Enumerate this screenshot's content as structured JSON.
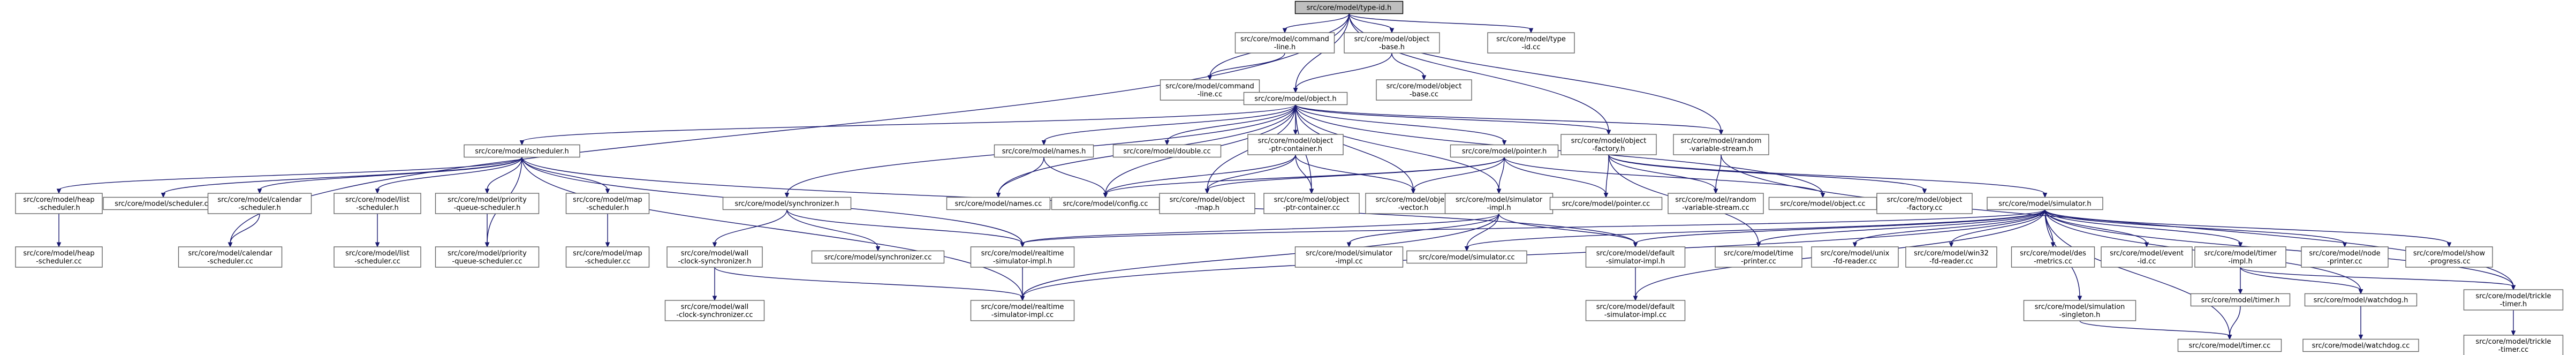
{
  "graph": {
    "nodes": [
      {
        "id": "typeid_h",
        "lines": [
          "src/core/model/type-id.h"
        ],
        "root": true
      },
      {
        "id": "command_line_h",
        "lines": [
          "src/core/model/command",
          "-line.h"
        ]
      },
      {
        "id": "object_base_h",
        "lines": [
          "src/core/model/object",
          "-base.h"
        ]
      },
      {
        "id": "typeid_cc",
        "lines": [
          "src/core/model/type",
          "-id.cc"
        ]
      },
      {
        "id": "command_line_cc",
        "lines": [
          "src/core/model/command",
          "-line.cc"
        ]
      },
      {
        "id": "object_h",
        "lines": [
          "src/core/model/object.h"
        ]
      },
      {
        "id": "object_base_cc",
        "lines": [
          "src/core/model/object",
          "-base.cc"
        ]
      },
      {
        "id": "scheduler_h",
        "lines": [
          "src/core/model/scheduler.h"
        ]
      },
      {
        "id": "names_h",
        "lines": [
          "src/core/model/names.h"
        ]
      },
      {
        "id": "double_cc",
        "lines": [
          "src/core/model/double.cc"
        ]
      },
      {
        "id": "ptr_container_h",
        "lines": [
          "src/core/model/object",
          "-ptr-container.h"
        ]
      },
      {
        "id": "pointer_h",
        "lines": [
          "src/core/model/pointer.h"
        ]
      },
      {
        "id": "factory_h",
        "lines": [
          "src/core/model/object",
          "-factory.h"
        ]
      },
      {
        "id": "rvs_h",
        "lines": [
          "src/core/model/random",
          "-variable-stream.h"
        ]
      },
      {
        "id": "heap_h",
        "lines": [
          "src/core/model/heap",
          "-scheduler.h"
        ]
      },
      {
        "id": "scheduler_cc",
        "lines": [
          "src/core/model/scheduler.cc"
        ]
      },
      {
        "id": "calendar_h",
        "lines": [
          "src/core/model/calendar",
          "-scheduler.h"
        ]
      },
      {
        "id": "list_h",
        "lines": [
          "src/core/model/list",
          "-scheduler.h"
        ]
      },
      {
        "id": "pq_h",
        "lines": [
          "src/core/model/priority",
          "-queue-scheduler.h"
        ]
      },
      {
        "id": "map_h",
        "lines": [
          "src/core/model/map",
          "-scheduler.h"
        ]
      },
      {
        "id": "sync_h",
        "lines": [
          "src/core/model/synchronizer.h"
        ]
      },
      {
        "id": "names_cc",
        "lines": [
          "src/core/model/names.cc"
        ]
      },
      {
        "id": "config_cc",
        "lines": [
          "src/core/model/config.cc"
        ]
      },
      {
        "id": "object_map_h",
        "lines": [
          "src/core/model/object",
          "-map.h"
        ]
      },
      {
        "id": "ptr_container_cc",
        "lines": [
          "src/core/model/object",
          "-ptr-container.cc"
        ]
      },
      {
        "id": "vector_h",
        "lines": [
          "src/core/model/object",
          "-vector.h"
        ]
      },
      {
        "id": "sim_impl_h",
        "lines": [
          "src/core/model/simulator",
          "-impl.h"
        ]
      },
      {
        "id": "pointer_cc",
        "lines": [
          "src/core/model/pointer.cc"
        ]
      },
      {
        "id": "rvs_cc",
        "lines": [
          "src/core/model/random",
          "-variable-stream.cc"
        ]
      },
      {
        "id": "object_cc",
        "lines": [
          "src/core/model/object.cc"
        ]
      },
      {
        "id": "factory_cc",
        "lines": [
          "src/core/model/object",
          "-factory.cc"
        ]
      },
      {
        "id": "simulator_h",
        "lines": [
          "src/core/model/simulator.h"
        ]
      },
      {
        "id": "heap_cc",
        "lines": [
          "src/core/model/heap",
          "-scheduler.cc"
        ]
      },
      {
        "id": "calendar_cc",
        "lines": [
          "src/core/model/calendar",
          "-scheduler.cc"
        ]
      },
      {
        "id": "list_cc",
        "lines": [
          "src/core/model/list",
          "-scheduler.cc"
        ]
      },
      {
        "id": "pq_cc",
        "lines": [
          "src/core/model/priority",
          "-queue-scheduler.cc"
        ]
      },
      {
        "id": "map_cc",
        "lines": [
          "src/core/model/map",
          "-scheduler.cc"
        ]
      },
      {
        "id": "wall_h",
        "lines": [
          "src/core/model/wall",
          "-clock-synchronizer.h"
        ]
      },
      {
        "id": "sync_cc",
        "lines": [
          "src/core/model/synchronizer.cc"
        ]
      },
      {
        "id": "rt_h",
        "lines": [
          "src/core/model/realtime",
          "-simulator-impl.h"
        ]
      },
      {
        "id": "sim_impl_cc",
        "lines": [
          "src/core/model/simulator",
          "-impl.cc"
        ]
      },
      {
        "id": "simulator_cc",
        "lines": [
          "src/core/model/simulator.cc"
        ]
      },
      {
        "id": "default_h",
        "lines": [
          "src/core/model/default",
          "-simulator-impl.h"
        ]
      },
      {
        "id": "time_printer_cc",
        "lines": [
          "src/core/model/time",
          "-printer.cc"
        ]
      },
      {
        "id": "unix_cc",
        "lines": [
          "src/core/model/unix",
          "-fd-reader.cc"
        ]
      },
      {
        "id": "win32_cc",
        "lines": [
          "src/core/model/win32",
          "-fd-reader.cc"
        ]
      },
      {
        "id": "des_cc",
        "lines": [
          "src/core/model/des",
          "-metrics.cc"
        ]
      },
      {
        "id": "event_cc",
        "lines": [
          "src/core/model/event",
          "-id.cc"
        ]
      },
      {
        "id": "timer_impl_h",
        "lines": [
          "src/core/model/timer",
          "-impl.h"
        ]
      },
      {
        "id": "node_printer_cc",
        "lines": [
          "src/core/model/node",
          "-printer.cc"
        ]
      },
      {
        "id": "show_cc",
        "lines": [
          "src/core/model/show",
          "-progress.cc"
        ]
      },
      {
        "id": "wall_cc",
        "lines": [
          "src/core/model/wall",
          "-clock-synchronizer.cc"
        ]
      },
      {
        "id": "rt_cc",
        "lines": [
          "src/core/model/realtime",
          "-simulator-impl.cc"
        ]
      },
      {
        "id": "default_cc",
        "lines": [
          "src/core/model/default",
          "-simulator-impl.cc"
        ]
      },
      {
        "id": "singleton_h",
        "lines": [
          "src/core/model/simulation",
          "-singleton.h"
        ]
      },
      {
        "id": "timer_h",
        "lines": [
          "src/core/model/timer.h"
        ]
      },
      {
        "id": "watchdog_h",
        "lines": [
          "src/core/model/watchdog.h"
        ]
      },
      {
        "id": "trickle_h",
        "lines": [
          "src/core/model/trickle",
          "-timer.h"
        ]
      },
      {
        "id": "timer_cc",
        "lines": [
          "src/core/model/timer.cc"
        ]
      },
      {
        "id": "watchdog_cc",
        "lines": [
          "src/core/model/watchdog.cc"
        ]
      },
      {
        "id": "trickle_cc",
        "lines": [
          "src/core/model/trickle",
          "-timer.cc"
        ]
      }
    ],
    "edges": [
      [
        "typeid_h",
        "command_line_h"
      ],
      [
        "typeid_h",
        "object_base_h"
      ],
      [
        "typeid_h",
        "typeid_cc"
      ],
      [
        "typeid_h",
        "factory_h"
      ],
      [
        "typeid_h",
        "rvs_h"
      ],
      [
        "typeid_h",
        "calendar_cc"
      ],
      [
        "typeid_h",
        "command_line_cc"
      ],
      [
        "typeid_h",
        "object_h"
      ],
      [
        "command_line_h",
        "command_line_cc"
      ],
      [
        "object_base_h",
        "object_h"
      ],
      [
        "object_base_h",
        "object_base_cc"
      ],
      [
        "object_h",
        "scheduler_h"
      ],
      [
        "object_h",
        "names_h"
      ],
      [
        "object_h",
        "double_cc"
      ],
      [
        "object_h",
        "ptr_container_h"
      ],
      [
        "object_h",
        "pointer_h"
      ],
      [
        "object_h",
        "factory_h"
      ],
      [
        "object_h",
        "rvs_h"
      ],
      [
        "object_h",
        "names_cc"
      ],
      [
        "object_h",
        "config_cc"
      ],
      [
        "object_h",
        "object_map_h"
      ],
      [
        "object_h",
        "vector_h"
      ],
      [
        "object_h",
        "sim_impl_h"
      ],
      [
        "object_h",
        "object_cc"
      ],
      [
        "object_h",
        "sync_h"
      ],
      [
        "object_h",
        "ptr_container_cc"
      ],
      [
        "scheduler_h",
        "heap_h"
      ],
      [
        "scheduler_h",
        "scheduler_cc"
      ],
      [
        "scheduler_h",
        "calendar_h"
      ],
      [
        "scheduler_h",
        "list_h"
      ],
      [
        "scheduler_h",
        "pq_h"
      ],
      [
        "scheduler_h",
        "map_h"
      ],
      [
        "scheduler_h",
        "pq_cc"
      ],
      [
        "scheduler_h",
        "rt_h"
      ],
      [
        "scheduler_h",
        "default_h"
      ],
      [
        "scheduler_h",
        "rt_cc"
      ],
      [
        "names_h",
        "names_cc"
      ],
      [
        "names_h",
        "config_cc"
      ],
      [
        "ptr_container_h",
        "object_map_h"
      ],
      [
        "ptr_container_h",
        "ptr_container_cc"
      ],
      [
        "ptr_container_h",
        "vector_h"
      ],
      [
        "ptr_container_h",
        "config_cc"
      ],
      [
        "pointer_h",
        "config_cc"
      ],
      [
        "pointer_h",
        "pointer_cc"
      ],
      [
        "pointer_h",
        "object_map_h"
      ],
      [
        "pointer_h",
        "vector_h"
      ],
      [
        "pointer_h",
        "sim_impl_h"
      ],
      [
        "pointer_h",
        "object_cc"
      ],
      [
        "factory_h",
        "pointer_cc"
      ],
      [
        "factory_h",
        "rvs_cc"
      ],
      [
        "factory_h",
        "factory_cc"
      ],
      [
        "factory_h",
        "time_printer_cc"
      ],
      [
        "factory_h",
        "simulator_h"
      ],
      [
        "rvs_h",
        "rvs_cc"
      ],
      [
        "rvs_h",
        "trickle_h"
      ],
      [
        "heap_h",
        "heap_cc"
      ],
      [
        "calendar_h",
        "calendar_cc"
      ],
      [
        "list_h",
        "list_cc"
      ],
      [
        "pq_h",
        "pq_cc"
      ],
      [
        "map_h",
        "map_cc"
      ],
      [
        "sync_h",
        "wall_h"
      ],
      [
        "sync_h",
        "sync_cc"
      ],
      [
        "sync_h",
        "rt_h"
      ],
      [
        "sim_impl_h",
        "sim_impl_cc"
      ],
      [
        "sim_impl_h",
        "simulator_cc"
      ],
      [
        "sim_impl_h",
        "default_h"
      ],
      [
        "sim_impl_h",
        "rt_h"
      ],
      [
        "sim_impl_h",
        "rt_cc"
      ],
      [
        "simulator_h",
        "simulator_cc"
      ],
      [
        "simulator_h",
        "rt_h"
      ],
      [
        "simulator_h",
        "default_h"
      ],
      [
        "simulator_h",
        "time_printer_cc"
      ],
      [
        "simulator_h",
        "unix_cc"
      ],
      [
        "simulator_h",
        "win32_cc"
      ],
      [
        "simulator_h",
        "des_cc"
      ],
      [
        "simulator_h",
        "event_cc"
      ],
      [
        "simulator_h",
        "timer_impl_h"
      ],
      [
        "simulator_h",
        "node_printer_cc"
      ],
      [
        "simulator_h",
        "show_cc"
      ],
      [
        "simulator_h",
        "singleton_h"
      ],
      [
        "simulator_h",
        "timer_cc"
      ],
      [
        "simulator_h",
        "trickle_h"
      ],
      [
        "simulator_h",
        "watchdog_h"
      ],
      [
        "simulator_h",
        "default_cc"
      ],
      [
        "simulator_h",
        "rt_cc"
      ],
      [
        "wall_h",
        "wall_cc"
      ],
      [
        "wall_h",
        "rt_cc"
      ],
      [
        "rt_h",
        "rt_cc"
      ],
      [
        "default_h",
        "default_cc"
      ],
      [
        "timer_impl_h",
        "timer_h"
      ],
      [
        "timer_impl_h",
        "watchdog_h"
      ],
      [
        "timer_impl_h",
        "trickle_h"
      ],
      [
        "singleton_h",
        "timer_cc"
      ],
      [
        "timer_h",
        "timer_cc"
      ],
      [
        "watchdog_h",
        "watchdog_cc"
      ],
      [
        "trickle_h",
        "trickle_cc"
      ]
    ]
  }
}
